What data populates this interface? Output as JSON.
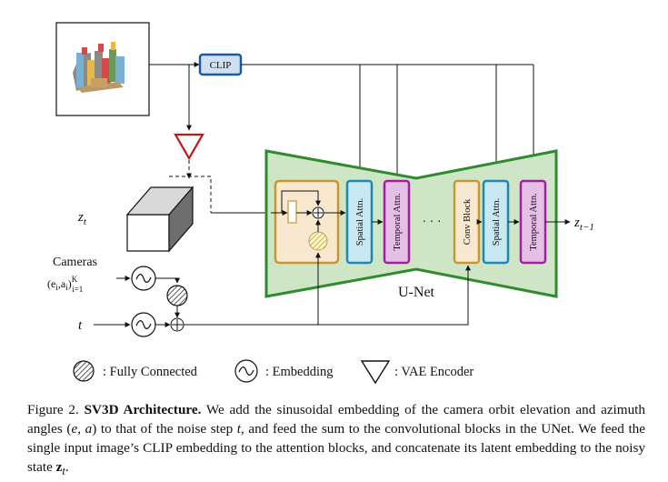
{
  "diagram": {
    "clip": "CLIP",
    "z_in": "z",
    "z_in_sub": "t",
    "z_out": "z",
    "z_out_sub": "t−1",
    "cameras": "Cameras",
    "camera_params": "(e",
    "t_label": "t",
    "unet": "U-Net",
    "dots": "· · ·",
    "blocks": {
      "spatial_attn": "Spatial Attn.",
      "temporal_attn": "Temporal Attn.",
      "conv_block": "Conv Block"
    },
    "legend": {
      "fully_connected": ": Fully Connected",
      "embedding": ": Embedding",
      "vae_encoder": ": VAE Encoder"
    },
    "colors": {
      "unet_fill": "#cfe6c6",
      "unet_stroke": "#2e8b2e",
      "conv_fill": "#f7e8cf",
      "conv_stroke": "#c8962e",
      "spatial_fill": "#c8e8f2",
      "spatial_stroke": "#1e88b4",
      "temporal_fill": "#e6bfe6",
      "temporal_stroke": "#a020a0",
      "clip_fill": "#cfe0f2",
      "clip_stroke": "#1a5aa0",
      "vae_stroke": "#c01818"
    }
  },
  "caption": {
    "label": "Figure 2.",
    "title": "SV3D Architecture.",
    "text_1": " We add the sinusoidal embedding of the camera orbit elevation and azimuth angles (",
    "ea": "e, a",
    "text_2": ") to that of the noise step ",
    "t": "t",
    "text_3": ", and feed the sum to the convolutional blocks in the UNet. We feed the single input image’s CLIP embedding to the attention blocks, and concatenate its latent embedding to the noisy state ",
    "zt": "z",
    "zt_sub": "t",
    "text_4": "."
  }
}
